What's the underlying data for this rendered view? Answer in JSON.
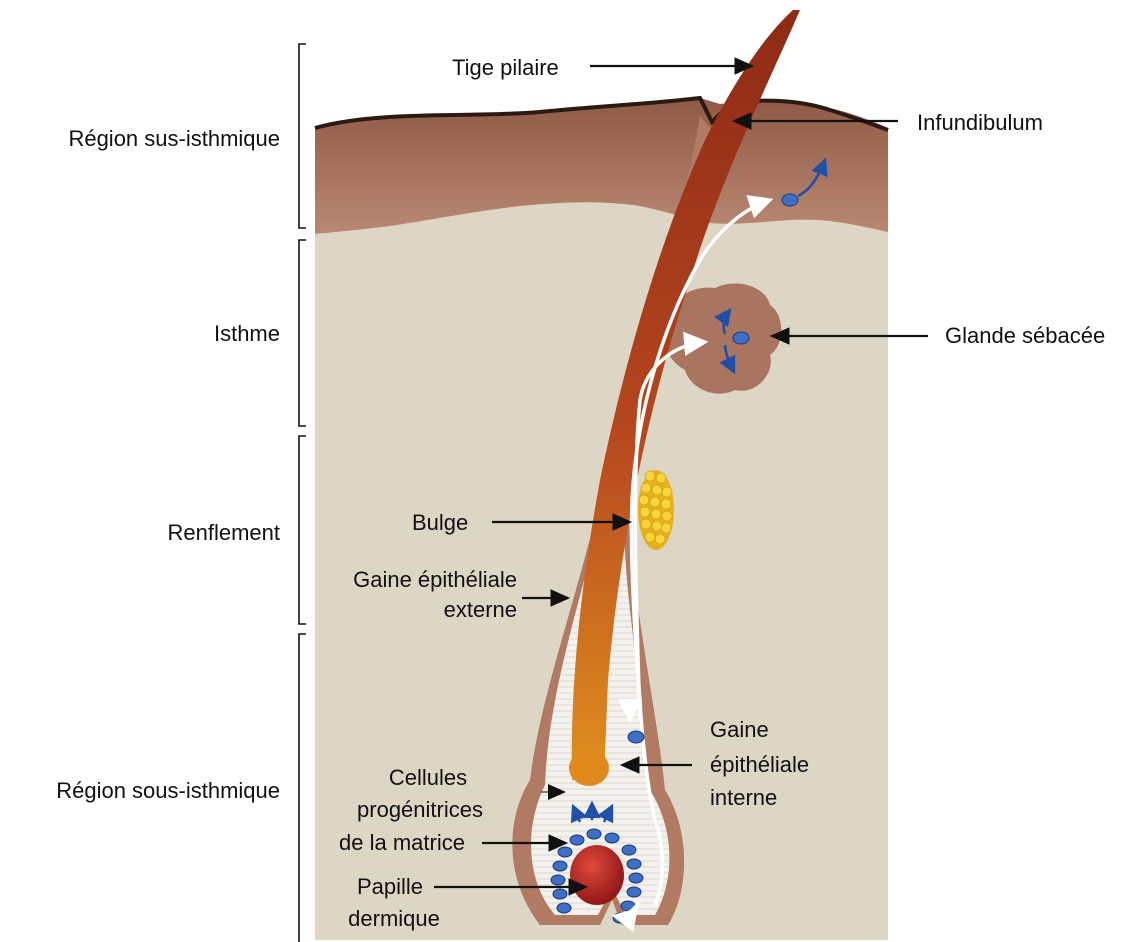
{
  "regions": [
    {
      "id": "supra",
      "label": "Région sus-isthmique"
    },
    {
      "id": "isthmus",
      "label": "Isthme"
    },
    {
      "id": "bulge-region",
      "label": "Renflement"
    },
    {
      "id": "infra",
      "label": "Région sous-isthmique"
    }
  ],
  "labels": {
    "hair_shaft": "Tige pilaire",
    "infundibulum": "Infundibulum",
    "sebaceous_gland": "Glande sébacée",
    "bulge": "Bulge",
    "outer_sheath": [
      "Gaine épithéliale",
      "externe"
    ],
    "inner_sheath": [
      "Gaine",
      "épithéliale",
      "interne"
    ],
    "progenitors": [
      "Cellules",
      "progénitrices",
      "de la matrice"
    ],
    "papilla": [
      "Papille",
      "dermique"
    ]
  },
  "colors": {
    "background_tissue": "#ddd6c5",
    "epidermis": "#a06b55",
    "hair_shaft": "#a4341c",
    "bulb": "#e08a1e",
    "papilla": "#b32020",
    "stem_cells": "#2a5db0",
    "bulge_cells": "#f2c21a"
  }
}
